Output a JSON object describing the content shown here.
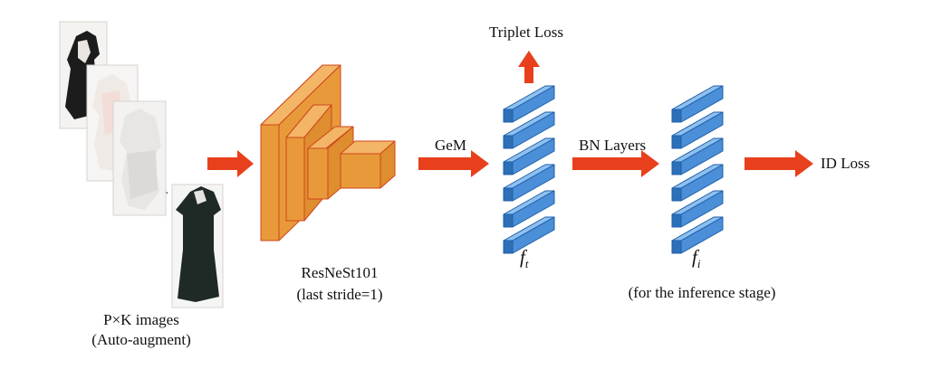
{
  "diagram": {
    "input_label": "P×K images",
    "input_sublabel": "(Auto-augment)",
    "backbone_label": "ResNeSt101",
    "backbone_sublabel": "(last stride=1)",
    "pooling_label": "GeM",
    "triplet_loss_label": "Triplet Loss",
    "bn_label": "BN Layers",
    "ft_symbol": "f",
    "ft_sub": "t",
    "fi_symbol": "f",
    "fi_sub": "i",
    "inference_note": "(for the inference stage)",
    "id_loss_label": "ID Loss",
    "ellipsis": "· · ·"
  },
  "colors": {
    "arrow": "#e8401c",
    "backbone_front": "#e89a3a",
    "backbone_top": "#f3b566",
    "backbone_side": "#c97a22",
    "backbone_edge": "#d0451b",
    "feature_front": "#4a8fd8",
    "feature_top": "#8ec0f0",
    "feature_side": "#2d6fb8",
    "feature_edge": "#1f5fa8",
    "dress_dark": "#1f2a27",
    "photo_bg": "#f1efec"
  }
}
